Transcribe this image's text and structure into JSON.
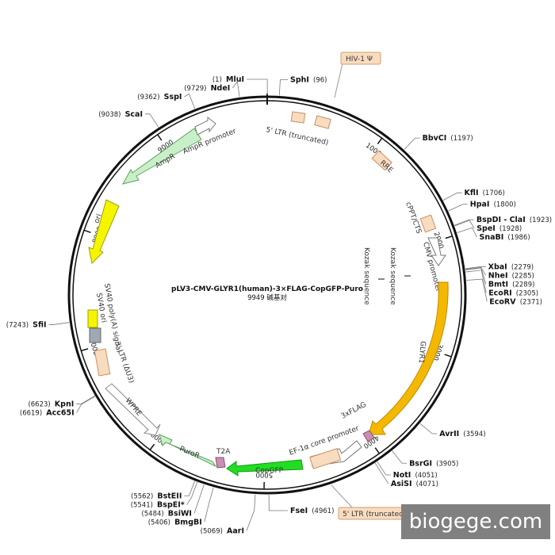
{
  "plasmid": {
    "name": "pLV3-CMV-GLYR1(human)-3×FLAG-CopGFP-Puro",
    "size_text": "9949 碱基对",
    "length": 9949
  },
  "ticks": [
    {
      "pos": 1000,
      "label": "1000"
    },
    {
      "pos": 2000,
      "label": "2000"
    },
    {
      "pos": 3000,
      "label": "3000"
    },
    {
      "pos": 4000,
      "label": "4000"
    },
    {
      "pos": 5000,
      "label": "5000"
    },
    {
      "pos": 6000,
      "label": "6000"
    },
    {
      "pos": 7000,
      "label": "7000"
    },
    {
      "pos": 8000,
      "label": "8000"
    },
    {
      "pos": 9000,
      "label": "9000"
    }
  ],
  "sites": [
    {
      "name": "MluI",
      "pos_text": "(1)",
      "pos": 1,
      "side": "left"
    },
    {
      "name": "SphI",
      "pos_text": "(96)",
      "pos": 96,
      "side": "right"
    },
    {
      "name": "BbvCI",
      "pos_text": "(1197)",
      "pos": 1197,
      "side": "right"
    },
    {
      "name": "KflI",
      "pos_text": "(1706)",
      "pos": 1706,
      "side": "right"
    },
    {
      "name": "HpaI",
      "pos_text": "(1800)",
      "pos": 1800,
      "side": "right"
    },
    {
      "name": "BspDI - ClaI",
      "pos_text": "(1923)",
      "pos": 1923,
      "side": "right"
    },
    {
      "name": "SpeI",
      "pos_text": "(1928)",
      "pos": 1928,
      "side": "right"
    },
    {
      "name": "SnaBI",
      "pos_text": "(1986)",
      "pos": 1986,
      "side": "right"
    },
    {
      "name": "XbaI",
      "pos_text": "(2279)",
      "pos": 2279,
      "side": "right"
    },
    {
      "name": "NheI",
      "pos_text": "(2285)",
      "pos": 2285,
      "side": "right"
    },
    {
      "name": "BmtI",
      "pos_text": "(2289)",
      "pos": 2289,
      "side": "right"
    },
    {
      "name": "EcoRI",
      "pos_text": "(2305)",
      "pos": 2305,
      "side": "right"
    },
    {
      "name": "EcoRV",
      "pos_text": "(2371)",
      "pos": 2371,
      "side": "right"
    },
    {
      "name": "AvrII",
      "pos_text": "(3594)",
      "pos": 3594,
      "side": "right"
    },
    {
      "name": "BsrGI",
      "pos_text": "(3905)",
      "pos": 3905,
      "side": "right"
    },
    {
      "name": "NotI",
      "pos_text": "(4051)",
      "pos": 4051,
      "side": "right"
    },
    {
      "name": "AsiSI",
      "pos_text": "(4071)",
      "pos": 4071,
      "side": "right"
    },
    {
      "name": "FseI",
      "pos_text": "(4961)",
      "pos": 4961,
      "side": "right"
    },
    {
      "name": "AarI",
      "pos_text": "(5069)",
      "pos": 5069,
      "side": "left"
    },
    {
      "name": "BmgBI",
      "pos_text": "(5406)",
      "pos": 5406,
      "side": "left"
    },
    {
      "name": "BsiWI",
      "pos_text": "(5484)",
      "pos": 5484,
      "side": "left"
    },
    {
      "name": "BspEI*",
      "pos_text": "(5541)",
      "pos": 5541,
      "side": "left",
      "gray": true
    },
    {
      "name": "BstEII",
      "pos_text": "(5562)",
      "pos": 5562,
      "side": "left"
    },
    {
      "name": "Acc65I",
      "pos_text": "(6619)",
      "pos": 6619,
      "side": "left"
    },
    {
      "name": "KpnI",
      "pos_text": "(6623)",
      "pos": 6623,
      "side": "left"
    },
    {
      "name": "SfiI",
      "pos_text": "(7243)",
      "pos": 7243,
      "side": "left"
    },
    {
      "name": "ScaI",
      "pos_text": "(9038)",
      "pos": 9038,
      "side": "left"
    },
    {
      "name": "SspI",
      "pos_text": "(9362)",
      "pos": 9362,
      "side": "left"
    },
    {
      "name": "NdeI",
      "pos_text": "(9729)",
      "pos": 9729,
      "side": "left"
    }
  ],
  "features": [
    {
      "name": "HIV-1 Ψ",
      "type": "outer-box"
    },
    {
      "name": "5' LTR (truncated)",
      "type": "box"
    },
    {
      "name": "RRE",
      "type": "box"
    },
    {
      "name": "cPPT/CTS",
      "type": "box"
    },
    {
      "name": "CMV promoter",
      "type": "arrow"
    },
    {
      "name": "Kozak sequence",
      "type": "mark"
    },
    {
      "name": "Kozak sequence",
      "type": "mark"
    },
    {
      "name": "GLYR1",
      "type": "arrow"
    },
    {
      "name": "3xFLAG",
      "type": "box"
    },
    {
      "name": "EF-1α core promoter",
      "type": "arrow"
    },
    {
      "name": "5' LTR (truncated)",
      "type": "outer-box"
    },
    {
      "name": "CopGFP",
      "type": "arrow"
    },
    {
      "name": "T2A",
      "type": "box"
    },
    {
      "name": "PuroR",
      "type": "arrow"
    },
    {
      "name": "WPRE",
      "type": "arrow"
    },
    {
      "name": "3' LTR (ΔU3)",
      "type": "box"
    },
    {
      "name": "SV40 poly(A) signal",
      "type": "box"
    },
    {
      "name": "SV40 ori",
      "type": "box"
    },
    {
      "name": "ori",
      "type": "arrow"
    },
    {
      "name": "AmpR",
      "type": "arrow"
    },
    {
      "name": "AmpR promoter",
      "type": "arrow"
    }
  ],
  "colors": {
    "ltr": "#f8dcc0",
    "gene": "#f5b800",
    "ori": "#f5f500",
    "ampr": "#c8f0c8",
    "copgfp": "#22dd22",
    "flag": "#c890b0",
    "sv40": "#a0a8b0"
  },
  "watermark": "biogege.com"
}
